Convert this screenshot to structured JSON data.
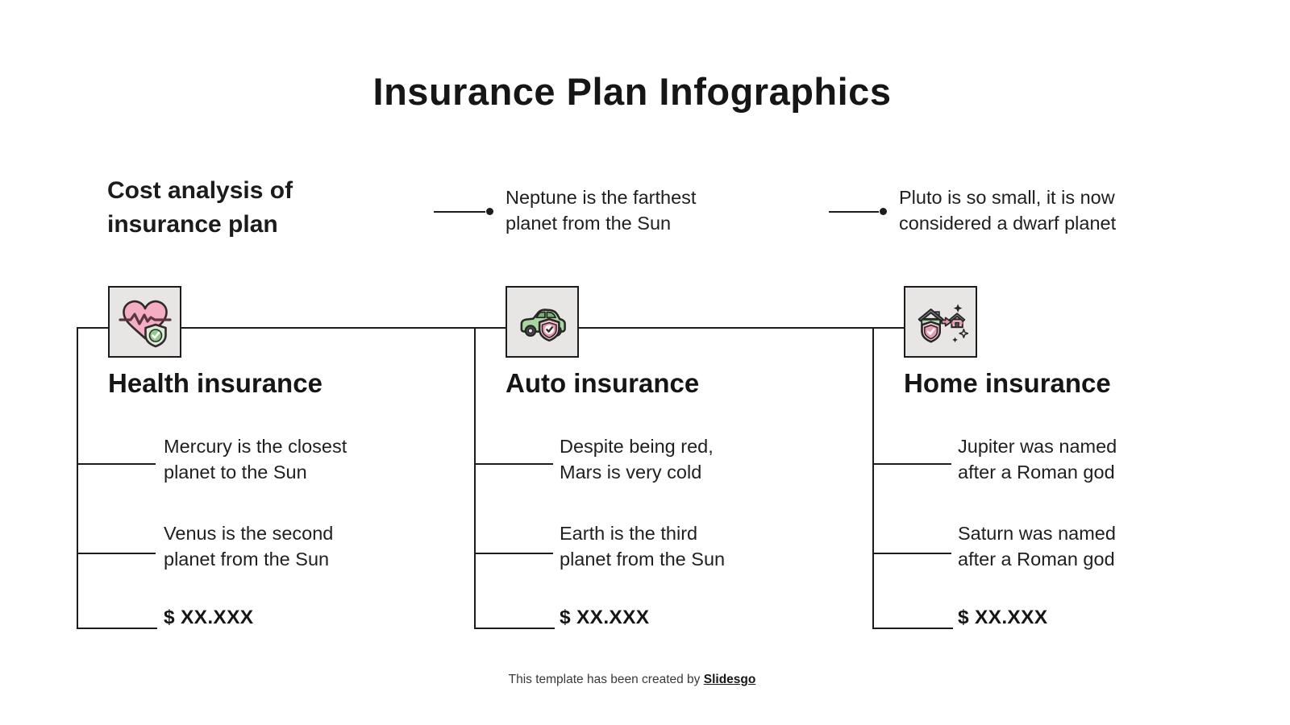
{
  "title": "Insurance Plan Infographics",
  "subtitle": {
    "line1": "Cost analysis of",
    "line2": "insurance plan"
  },
  "annotations": [
    {
      "line1": "Neptune is the farthest",
      "line2": "planet from the Sun"
    },
    {
      "line1": "Pluto is so small, it is now",
      "line2": "considered a dwarf planet"
    }
  ],
  "columns": [
    {
      "heading": "Health insurance",
      "icon": "health-heart-shield-icon",
      "facts": [
        {
          "line1": "Mercury is the closest",
          "line2": "planet to the Sun"
        },
        {
          "line1": "Venus is the second",
          "line2": "planet from the Sun"
        }
      ],
      "price": "$ XX.XXX"
    },
    {
      "heading": "Auto insurance",
      "icon": "car-shield-icon",
      "facts": [
        {
          "line1": "Despite being red,",
          "line2": "Mars is very cold"
        },
        {
          "line1": "Earth is the third",
          "line2": "planet from the Sun"
        }
      ],
      "price": "$ XX.XXX"
    },
    {
      "heading": "Home insurance",
      "icon": "house-shield-transfer-icon",
      "facts": [
        {
          "line1": "Jupiter was named",
          "line2": "after a Roman god"
        },
        {
          "line1": "Saturn was named",
          "line2": "after a Roman god"
        }
      ],
      "price": "$ XX.XXX"
    }
  ],
  "footer": {
    "prefix": "This template has been created by",
    "brand": "Slidesgo"
  },
  "colors": {
    "text": "#1c1c1c",
    "line": "#1c1c1c",
    "icon_box_bg": "#e7e6e5",
    "heart_pink": "#f3aec1",
    "shield_green": "#d8eed3",
    "check_green": "#8fcc8a",
    "car_green": "#a6d6a1",
    "shield_pink_light": "#f6c6d2",
    "shield_pink_dark": "#e695ab"
  }
}
